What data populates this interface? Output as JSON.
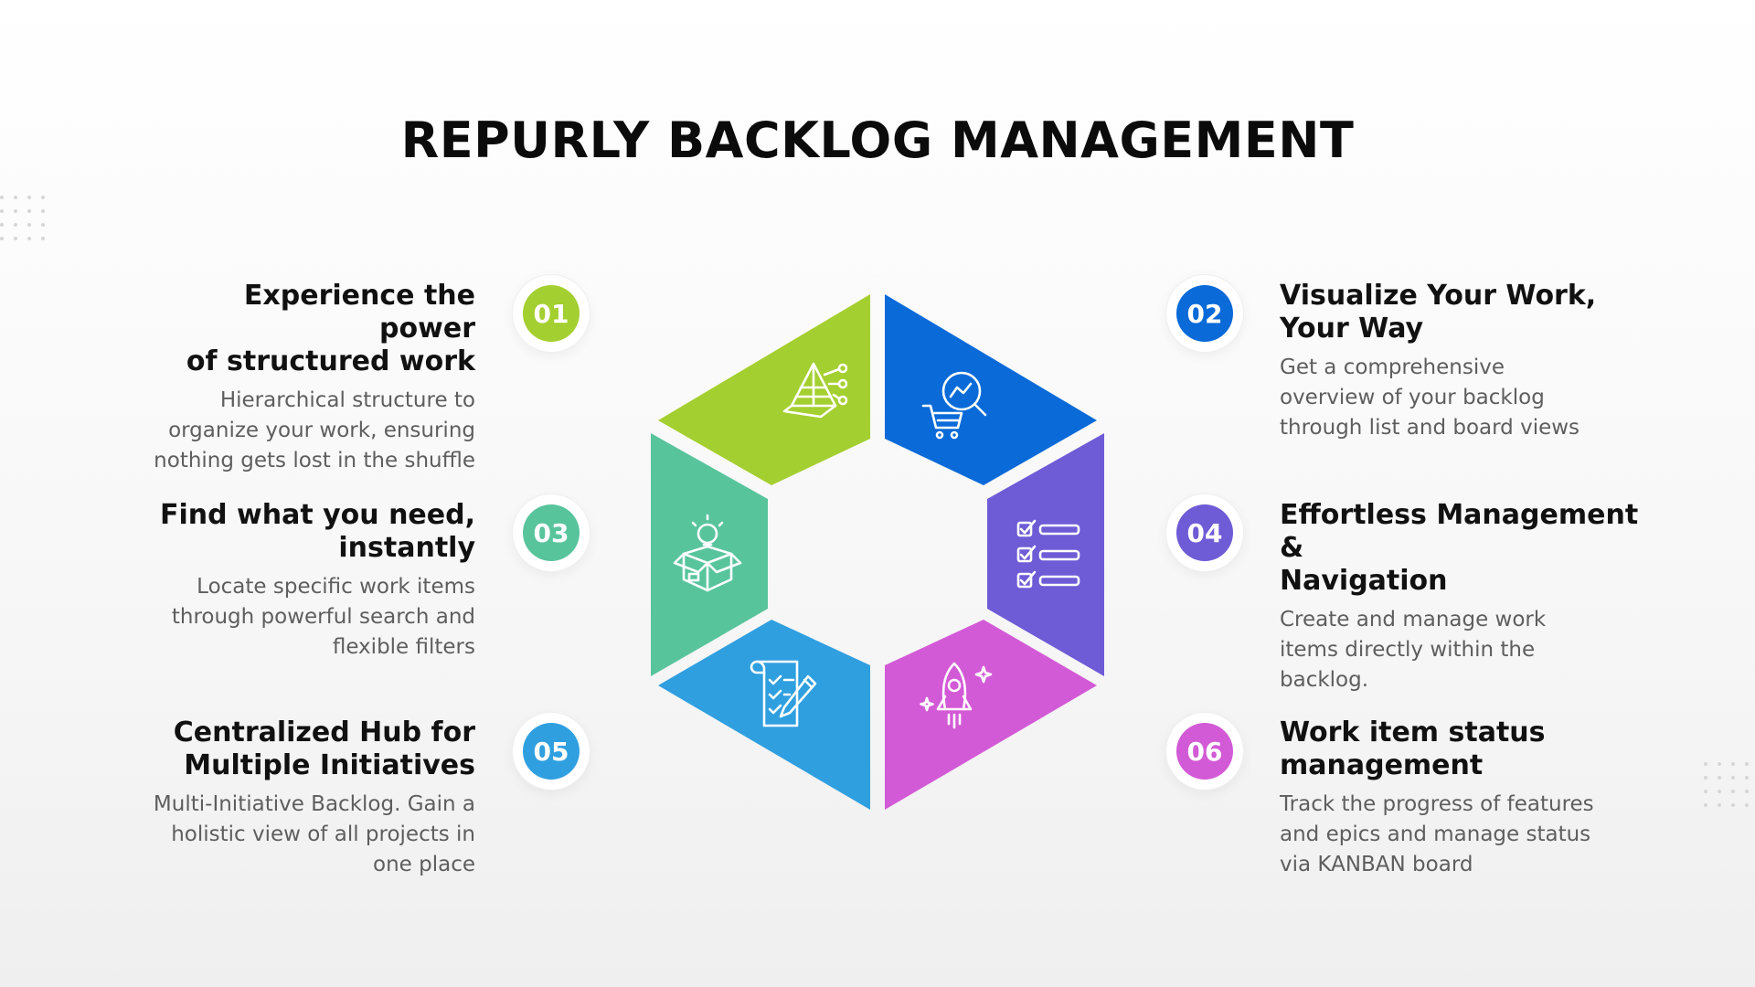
{
  "title": "REPURLY BACKLOG MANAGEMENT",
  "colors": {
    "green": "#a4cf30",
    "blue": "#0a6ad8",
    "teal": "#58c49c",
    "purple": "#6e5bd6",
    "sky": "#2f9fe0",
    "magenta": "#d35ad6"
  },
  "items": [
    {
      "num": "01",
      "heading_1": "Experience the power",
      "heading_2": "of structured work",
      "desc_1": "Hierarchical structure to",
      "desc_2": "organize your work, ensuring",
      "desc_3": "nothing gets lost in the shuffle",
      "icon": "pyramid-icon"
    },
    {
      "num": "02",
      "heading_1": "Visualize Your Work,",
      "heading_2": "Your Way",
      "desc_1": "Get a comprehensive",
      "desc_2": "overview of your backlog",
      "desc_3": "through list and board views",
      "icon": "cart-analytics-icon"
    },
    {
      "num": "03",
      "heading_1": "Find what you need,",
      "heading_2": "instantly",
      "desc_1": "Locate specific work items",
      "desc_2": "through powerful search and",
      "desc_3": "flexible filters",
      "icon": "idea-box-icon"
    },
    {
      "num": "04",
      "heading_1": "Effortless Management &",
      "heading_2": "Navigation",
      "desc_1": "Create and manage work",
      "desc_2": "items directly within the",
      "desc_3": "backlog.",
      "icon": "checklist-icon"
    },
    {
      "num": "05",
      "heading_1": "Centralized Hub for",
      "heading_2": "Multiple Initiatives",
      "desc_1": "Multi-Initiative Backlog. Gain a",
      "desc_2": "holistic view of all projects in",
      "desc_3": "one place",
      "icon": "document-pen-icon"
    },
    {
      "num": "06",
      "heading_1": "Work item status",
      "heading_2": "management",
      "desc_1": "Track the progress of features",
      "desc_2": "and epics and manage status",
      "desc_3": "via KANBAN board",
      "icon": "rocket-icon"
    }
  ]
}
